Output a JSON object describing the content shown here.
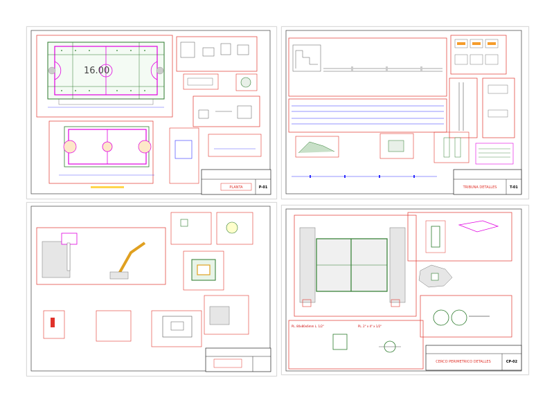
{
  "sheets": [
    {
      "title_block": {
        "label": "PLANTA",
        "code": "P-01"
      },
      "court_size": "16.00"
    },
    {
      "title_block": {
        "label": "TRIBUNA DETALLES",
        "code": "T-01"
      }
    },
    {
      "title_block": {
        "label": "",
        "code": ""
      }
    },
    {
      "title_block": {
        "label": "CERCO PERIMETRICO DETALLES",
        "code": "CP-02"
      },
      "notes": {
        "pl1": "PL. 80x80x6mm L. 1/2\"",
        "pl2": "PL. 2\" x 4\" x 1/2\""
      }
    }
  ],
  "colors": {
    "frame": "#e0322a",
    "court_line": "#e000e0",
    "grid": "#2b7a2b",
    "ink": "#2c2cff",
    "stipple": "#9a9a9a"
  }
}
